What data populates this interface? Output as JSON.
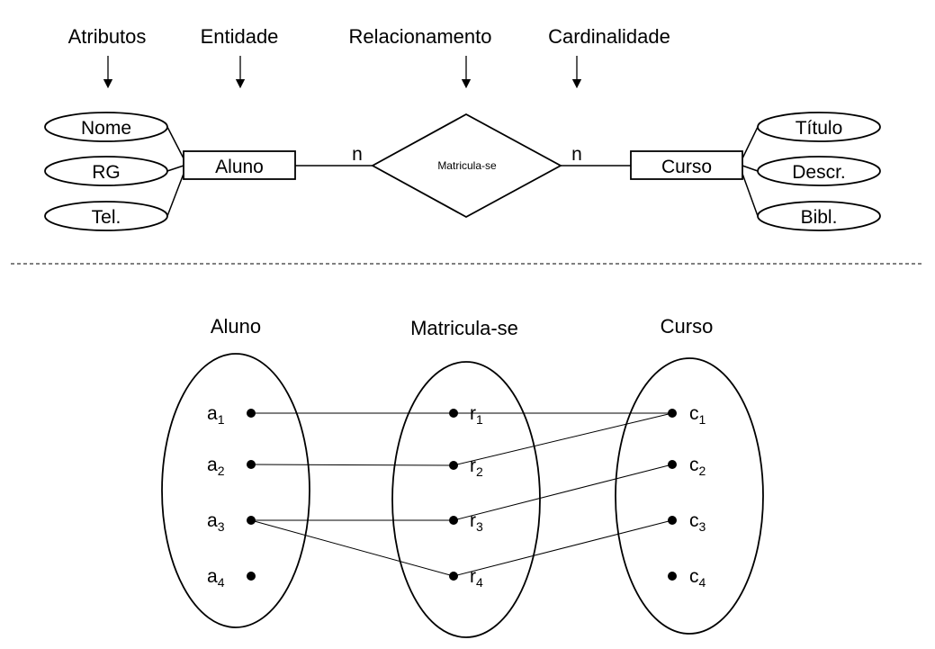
{
  "headers": {
    "atributos": "Atributos",
    "entidade": "Entidade",
    "relacionamento": "Relacionamento",
    "cardinalidade": "Cardinalidade"
  },
  "er": {
    "aluno_attrs": [
      "Nome",
      "RG",
      "Tel."
    ],
    "aluno": "Aluno",
    "relationship": "Matricula-se",
    "card_left": "n",
    "card_right": "n",
    "curso": "Curso",
    "curso_attrs": [
      "Título",
      "Descr.",
      "Bibl."
    ]
  },
  "sets": {
    "aluno_title": "Aluno",
    "rel_title": "Matricula-se",
    "curso_title": "Curso",
    "aluno_elems": [
      {
        "base": "a",
        "sub": "1"
      },
      {
        "base": "a",
        "sub": "2"
      },
      {
        "base": "a",
        "sub": "3"
      },
      {
        "base": "a",
        "sub": "4"
      }
    ],
    "rel_elems": [
      {
        "base": "r",
        "sub": "1"
      },
      {
        "base": "r",
        "sub": "2"
      },
      {
        "base": "r",
        "sub": "3"
      },
      {
        "base": "r",
        "sub": "4"
      }
    ],
    "curso_elems": [
      {
        "base": "c",
        "sub": "1"
      },
      {
        "base": "c",
        "sub": "2"
      },
      {
        "base": "c",
        "sub": "3"
      },
      {
        "base": "c",
        "sub": "4"
      }
    ]
  },
  "mapping": [
    {
      "from": "a1",
      "to": "r1"
    },
    {
      "from": "a2",
      "to": "r2"
    },
    {
      "from": "a3",
      "to": "r3"
    },
    {
      "from": "a3",
      "to": "r4"
    },
    {
      "from": "r1",
      "to": "c1"
    },
    {
      "from": "r2",
      "to": "c1"
    },
    {
      "from": "r3",
      "to": "c2"
    },
    {
      "from": "r4",
      "to": "c3"
    }
  ]
}
